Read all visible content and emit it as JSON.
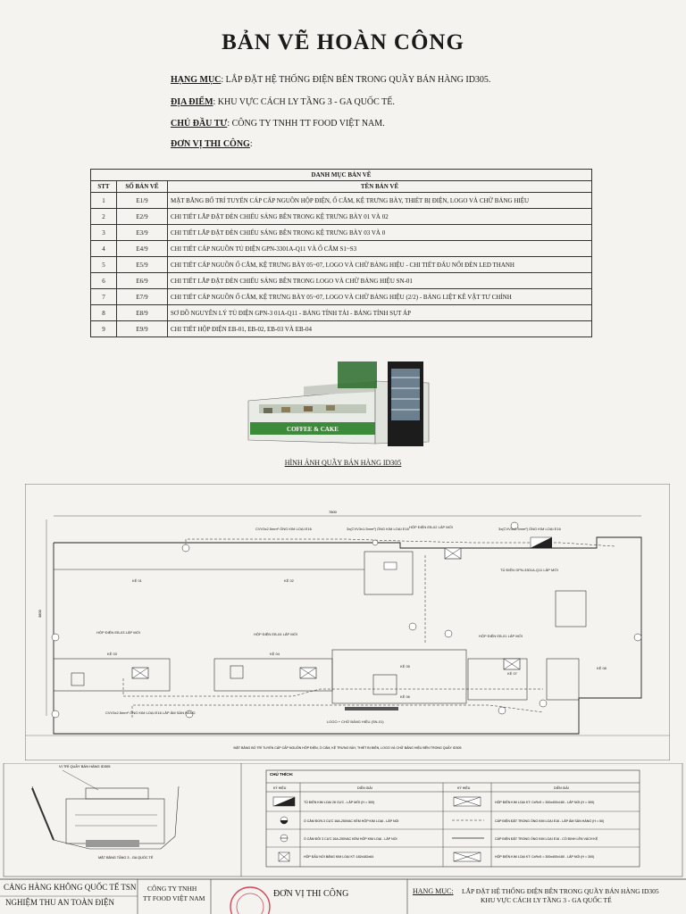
{
  "title": "BẢN VẼ HOÀN CÔNG",
  "info": [
    {
      "key": "HẠNG MỤC",
      "value": ": LẮP ĐẶT HỆ THỐNG ĐIỆN BÊN TRONG QUẦY BÁN HÀNG ID305."
    },
    {
      "key": "ĐỊA ĐIỂM",
      "value": ": KHU VỰC CÁCH LY TẦNG 3 - GA QUỐC TẾ."
    },
    {
      "key": "CHỦ ĐẦU TƯ",
      "value": ": CÔNG TY TNHH TT FOOD VIỆT NAM."
    },
    {
      "key": "ĐƠN VỊ THI CÔNG",
      "value": ":"
    }
  ],
  "drawing_index": {
    "heading": "DANH MỤC BẢN VẼ",
    "columns": [
      "STT",
      "SỐ BẢN VẼ",
      "TÊN BẢN VẼ"
    ],
    "rows": [
      [
        "1",
        "E1/9",
        "MẶT BẰNG BỐ TRÍ TUYẾN CÁP CẤP NGUỒN HỘP ĐIỆN, Ổ CẮM, KỆ TRƯNG BÀY, THIẾT BỊ ĐIỆN, LOGO VÀ CHỮ BẢNG HIỆU"
      ],
      [
        "2",
        "E2/9",
        "CHI TIẾT LẮP ĐẶT ĐÈN CHIẾU SÁNG BÊN TRONG KỆ TRƯNG BÀY 01 VÀ 02"
      ],
      [
        "3",
        "E3/9",
        "CHI TIẾT LẮP ĐẶT ĐÈN CHIẾU SÁNG BÊN TRONG KỆ TRƯNG BÀY 03 VÀ 0"
      ],
      [
        "4",
        "E4/9",
        "CHI TIẾT CẤP NGUỒN TỦ ĐIỆN GPN-3301A-Q11 VÀ Ổ CẮM S1~S3"
      ],
      [
        "5",
        "E5/9",
        "CHI TIẾT CẤP NGUỒN Ổ CẮM, KỆ TRƯNG BÀY 05~07, LOGO VÀ CHỮ BẢNG HIỆU - CHI TIẾT ĐẤU NỐI ĐÈN LED THANH"
      ],
      [
        "6",
        "E6/9",
        "CHI TIẾT LẮP ĐẶT ĐÈN CHIẾU SÁNG BÊN TRONG LOGO VÀ CHỮ BẢNG HIỆU SN-01"
      ],
      [
        "7",
        "E7/9",
        "CHI TIẾT CẤP NGUỒN Ổ CẮM, KỆ TRƯNG BÀY 05~07, LOGO VÀ CHỮ BẢNG HIỆU (2/2) - BẢNG LIỆT KÊ VẬT TƯ CHÍNH"
      ],
      [
        "8",
        "E8/9",
        "SƠ ĐỒ NGUYÊN LÝ TỦ ĐIỆN GPN-3 01A-Q11 - BẢNG TÍNH TẢI - BẢNG TÍNH SỤT ÁP"
      ],
      [
        "9",
        "E9/9",
        "CHI TIẾT HỘP ĐIỆN EB-01, EB-02, EB-03 VÀ EB-04"
      ]
    ]
  },
  "kiosk_sign": "COFFEE & CAKE",
  "kiosk_caption": "HÌNH ẢNH QUẦY BÁN HÀNG ID305",
  "plan": {
    "dim_width": "7800",
    "dim_height": "3800",
    "labels": [
      "KỆ 01",
      "KỆ 02",
      "KỆ 03",
      "KỆ 04",
      "KỆ 05",
      "KỆ 06",
      "KỆ 07",
      "KỆ 08"
    ],
    "box_labels": [
      "HỘP ĐIỆN EB-03 LẮP MỚI",
      "HỘP ĐIỆN EB-04 LẮP MỚI",
      "HỘP ĐIỆN EB-02 LẮP MỚI",
      "HỘP ĐIỆN EB-01 LẮP MỚI",
      "TỦ ĐIỆN GPN-3301A-Q11 LẮP MỚI"
    ],
    "cable_labels": [
      "CVV3x2.5mm² ỐNG KIM LOẠI E16",
      "3x(CVV3x1.5mm²) ỐNG KIM LOẠI E16",
      "3x(CVV3x2.5mm²) ỐNG KIM LOẠI E16",
      "CVV3x2.5mm² ỐNG KIM LOẠI E16 LẮP ÂM SÀN HÀNG",
      "LOGO + CHỮ BẢNG HIỆU (SN-01)"
    ],
    "caption": "MẶT BẰNG BỐ TRÍ TUYẾN CÁP CẤP NGUỒN HỘP ĐIỆN, Ổ CẮM, KỆ TRƯNG BÀY, THIẾT BỊ ĐIỆN, LOGO VÀ CHỮ BẢNG HIỆU BÊN TRONG QUẦY ID305"
  },
  "keyplan": {
    "title": "VỊ TRÍ QUẦY BÁN HÀNG ID305",
    "caption": "MẶT BẰNG TẦNG 3 - GA QUỐC TẾ"
  },
  "legend": {
    "heading": "CHÚ THÍCH:",
    "col_symbol": "KÝ HIỆU",
    "col_desc": "DIỄN GIẢI",
    "left": [
      "TỦ ĐIỆN KIM LOẠI 26 CỰC - LẮP MỚI (H = 300)",
      "Ổ CẮM ĐƠN 3 CỰC 16A-250VAC KÈM HỘP KIM LOẠI - LẮP NỔI",
      "Ổ CẮM ĐÔI 3 CỰC 16A-250VAC KÈM HỘP KIM LOẠI - LẮP NỔI",
      "HỘP ĐẤU NỐI BẰNG KIM LOẠI KT: 182x182x64"
    ],
    "right": [
      "HỘP ĐIỆN KIM LOẠI KT: CxRxS = 300x400x180 - LẮP NỔI (H = 300)",
      "CÁP ĐIỆN ĐẶT TRONG ỐNG KIM LOẠI E16 - LẮP ÂM SÀN HÀNG (H = 50)",
      "CÁP ĐIỆN ĐẶT TRONG ỐNG KIM LOẠI E16 - CỐ ĐỊNH LÊN VÁCH KỆ",
      "HỘP ĐIỆN KIM LOẠI KT: CxRxS = 300x400x180 - LẮP NỔI (H = 300)"
    ]
  },
  "title_block": {
    "airport_line1": "CẢNG HÀNG KHÔNG QUỐC TẾ TSN",
    "airport_line2": "NGHIỆM THU AN TOÀN ĐIỆN",
    "owner_line1": "CÔNG TY TNHH",
    "owner_line2": "TT FOOD VIỆT NAM",
    "contractor": "ĐƠN VỊ THI CÔNG",
    "item_key": "HẠNG MỤC:",
    "item_line1": "LẮP ĐẶT HỆ THỐNG ĐIỆN BÊN TRONG QUẦY BÁN HÀNG ID305",
    "item_line2": "KHU VỰC CÁCH LY TẦNG 3 - GA QUỐC TẾ"
  },
  "colors": {
    "paper": "#f4f3ef",
    "ink": "#1a1a1a",
    "stamp": "#d24a5a",
    "kiosk_green": "#3d8a3a"
  }
}
